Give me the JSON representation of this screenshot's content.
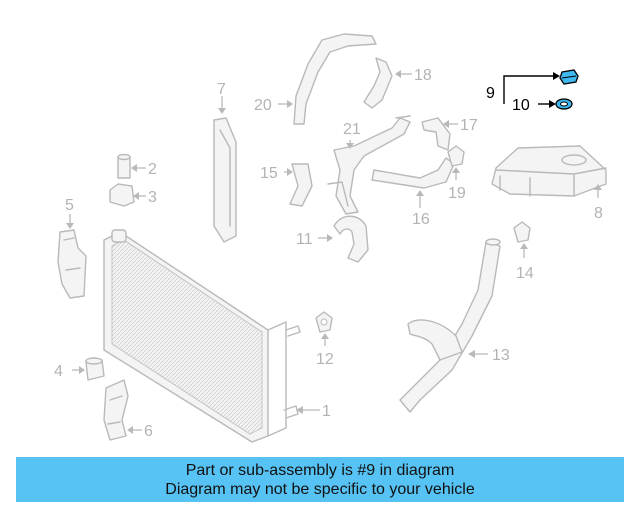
{
  "diagram": {
    "callouts": {
      "c1": "1",
      "c2": "2",
      "c3": "3",
      "c4": "4",
      "c5": "5",
      "c6": "6",
      "c7": "7",
      "c8": "8",
      "c9": "9",
      "c10": "10",
      "c11": "11",
      "c12": "12",
      "c13": "13",
      "c14": "14",
      "c15": "15",
      "c16": "16",
      "c17": "17",
      "c18": "18",
      "c19": "19",
      "c20": "20",
      "c21": "21"
    },
    "highlight_color": "#3fb7ef"
  },
  "banner": {
    "line1": "Part or sub-assembly is #9 in diagram",
    "line2": "Diagram may not be specific to your vehicle",
    "background": "#56c3f4"
  }
}
